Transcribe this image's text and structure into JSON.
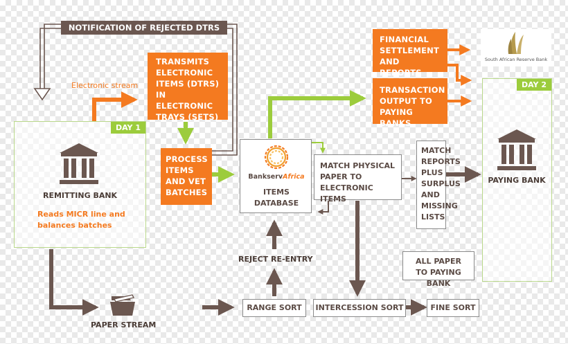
{
  "header": {
    "notification": "NOTIFICATION OF REJECTED DTRS"
  },
  "zones": {
    "day1": "DAY 1",
    "day2": "DAY 2"
  },
  "labels": {
    "electronic_stream": "Electronic stream",
    "remitting_bank": "REMITTING BANK",
    "reads_micr": "Reads MICR line and balances batches",
    "paper_stream": "PAPER STREAM",
    "reject_reentry": "REJECT RE-ENTRY",
    "paying_bank": "PAYING BANK",
    "sarb": "South African Reserve Bank"
  },
  "boxes": {
    "transmits": "TRANSMITS ELECTRONIC ITEMS (DTRS) IN ELECTRONIC TRAYS (SETS)",
    "process": "PROCESS ITEMS AND VET BATCHES",
    "financial": "FINANCIAL SETTLEMENT AND REPORTS",
    "transaction": "TRANSACTION OUTPUT TO PAYING BANKS",
    "items_db": "ITEMS DATABASE",
    "match_physical": "MATCH PHYSICAL PAPER TO ELECTRONIC ITEMS",
    "match_reports": "MATCH REPORTS PLUS SURPLUS AND MISSING LISTS",
    "all_paper": "ALL PAPER TO PAYING BANK",
    "range_sort": "RANGE SORT",
    "intercession_sort": "INTERCESSION SORT",
    "fine_sort": "FINE SORT"
  },
  "logo": {
    "name_a": "Bankserv",
    "name_b": "Africa"
  },
  "colors": {
    "orange": "#f47a20",
    "green": "#9ccc3c",
    "brown": "#6b5750",
    "zone_border": "#b9d88a"
  }
}
